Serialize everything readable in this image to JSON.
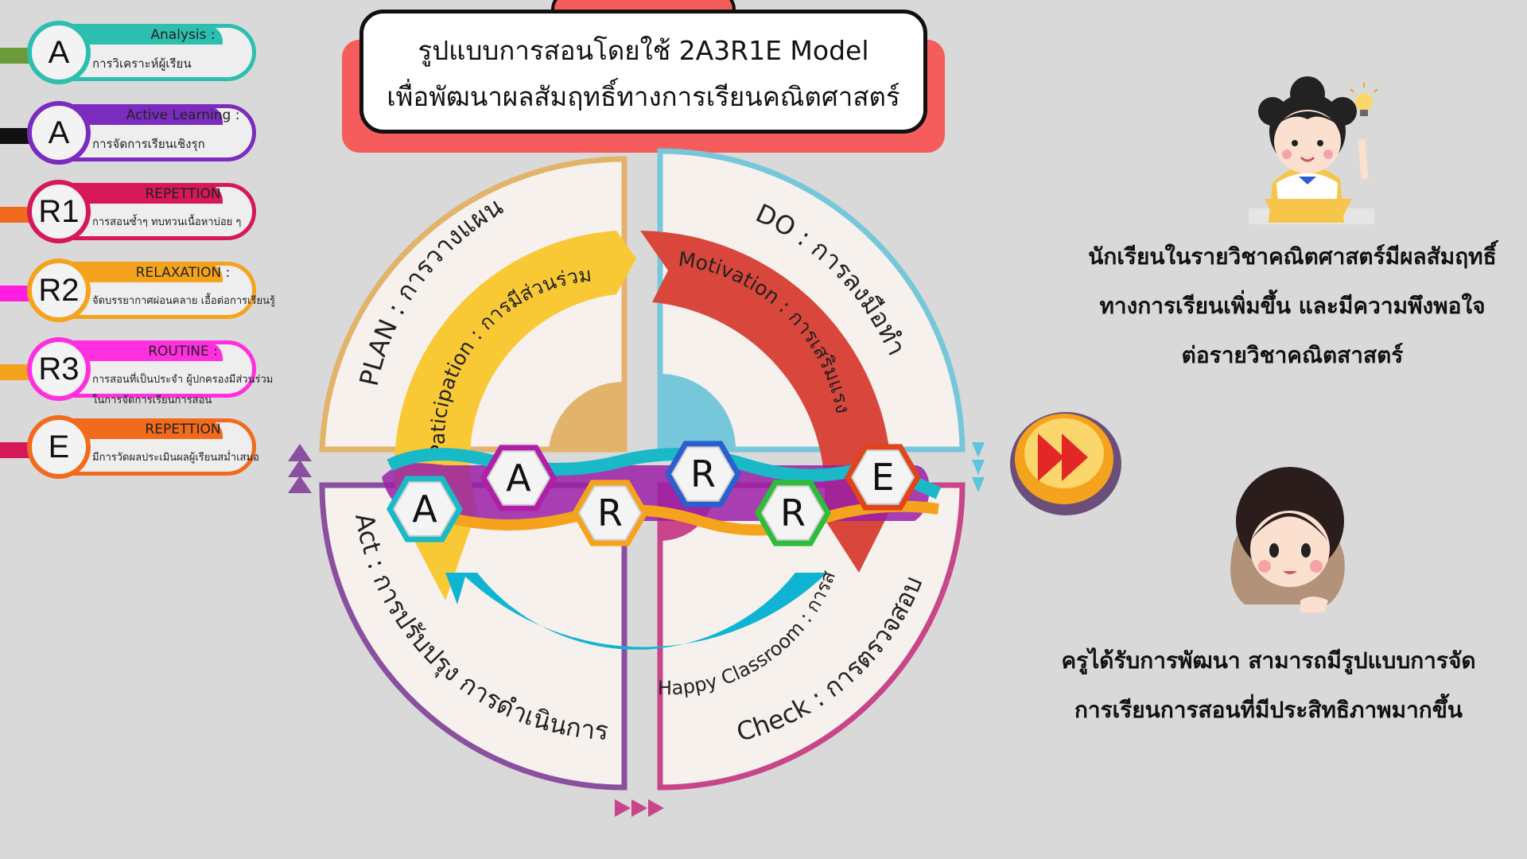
{
  "title": {
    "line1": "รูปแบบการสอนโดยใช้ 2A3R1E  Model",
    "line2": "เพื่อพัฒนาผลสัมฤทธิ์ทางการเรียนคณิตศาสตร์"
  },
  "legend": [
    {
      "letter": "A",
      "title": "Analysis :",
      "desc": "การวิเคราะห์ผู้เรียน",
      "color": "#2cbfb0",
      "bar": "#6a9a3a"
    },
    {
      "letter": "A",
      "title": "Active Learning :",
      "desc": "การจัดการเรียนเชิงรุก",
      "color": "#7b2cbf",
      "bar": "#111111"
    },
    {
      "letter": "R1",
      "title": "REPETTION",
      "desc": "การสอนซ้ำๆ ทบทวนเนื้อหาบ่อย ๆ",
      "color": "#d6185a",
      "bar": "#f26b1d"
    },
    {
      "letter": "R2",
      "title": "RELAXATION :",
      "desc": "จัดบรรยากาศผ่อนคลาย เอื้อต่อการเรียนรู้",
      "color": "#f5a31d",
      "bar": "#ff1de0"
    },
    {
      "letter": "R3",
      "title": "ROUTINE :",
      "desc": "การสอนที่เป็นประจำ ผู้ปกครองมีส่วนร่วม",
      "desc2": "ในการจัดการเรียนการสอน",
      "color": "#ff2fe0",
      "bar": "#f5a31d"
    },
    {
      "letter": "E",
      "title": "REPETTION",
      "desc": "มีการวัดผลประเมินผลผู้เรียนสม่ำเสมอ",
      "color": "#f26b1d",
      "bar": "#d6185a"
    }
  ],
  "quadrants": {
    "plan": "PLAN : การวางแผน",
    "do": "DO : การลงมือทำ",
    "act": "Act : การปรับปรุง การดำเนินการ",
    "check": "Check : การตรวจสอบ"
  },
  "arrows": {
    "participation": "Paticipation : การมีส่วนร่วม",
    "motivation": "Motivation : การเสริมแรง",
    "happy": "Happy Classroom : การสร้างบรรยากาศที่ดี"
  },
  "hexagons": [
    "A",
    "A",
    "R",
    "R",
    "R",
    "E"
  ],
  "right": {
    "student_line1": "นักเรียนในรายวิชาคณิตศาสตร์มีผลสัมฤทธิ์",
    "student_line2": "ทางการเรียนเพิ่มขึ้น และมีความพึงพอใจ",
    "student_line3": "ต่อรายวิชาคณิตสาสตร์",
    "teacher_line1": "ครูได้รับการพัฒนา สามารถมีรูปแบบการจัด",
    "teacher_line2": "การเรียนการสอนที่มีประสิทธิภาพมากขึ้น"
  },
  "colors": {
    "plan": "#e2b36b",
    "do": "#77c7db",
    "act": "#8a4f9e",
    "check": "#c94589",
    "participation": "#f9c935",
    "motivation": "#d8463c",
    "happy": "#0fb4d4",
    "accent": "#f55c5c"
  }
}
